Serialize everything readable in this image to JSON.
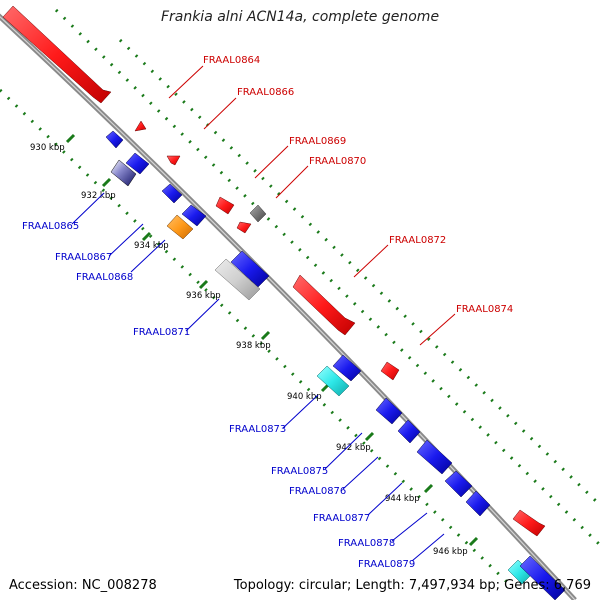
{
  "title": "Frankia alni ACN14a, complete genome",
  "footer": {
    "accession": "Accession: NC_008278",
    "summary": "Topology: circular; Length: 7,497,934 bp; Genes: 6,769"
  },
  "colors": {
    "backbone": "#8a8a8a",
    "forward_label": "#cc0000",
    "reverse_label": "#0000cc",
    "tick": "#1a7a1a",
    "red_gene": "#ff1a1a",
    "blue_gene": "#1a1aee",
    "grey_gene": "#cfcfcf",
    "orange_gene": "#ff9a1a",
    "cyan_gene": "#2ee8e8",
    "dark_grey_gene": "#777777",
    "navy_gene": "#101060"
  },
  "tick_labels": [
    "930 kbp",
    "932 kbp",
    "934 kbp",
    "936 kbp",
    "938 kbp",
    "940 kbp",
    "942 kbp",
    "944 kbp",
    "946 kbp"
  ],
  "forward_genes": [
    "FRAAL0864",
    "FRAAL0866",
    "FRAAL0869",
    "FRAAL0870",
    "FRAAL0872",
    "FRAAL0874"
  ],
  "reverse_genes": [
    "FRAAL0865",
    "FRAAL0867",
    "FRAAL0868",
    "FRAAL0871",
    "FRAAL0873",
    "FRAAL0875",
    "FRAAL0876",
    "FRAAL0877",
    "FRAAL0878",
    "FRAAL0879"
  ]
}
